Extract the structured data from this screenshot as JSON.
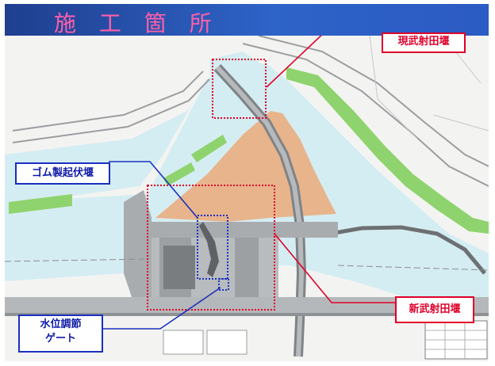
{
  "title": "施 工 箇 所",
  "labels": {
    "existing_weir": "現武射田堰",
    "new_weir": "新武射田堰",
    "rubber_weir": "ゴム製起伏堰",
    "gate_line1": "水位調節",
    "gate_line2": "ゲート"
  },
  "colors": {
    "title_bar": "#2b5bc4",
    "title_text": "#ff5fa8",
    "water": "#d4edf2",
    "land_fill": "#e8b48c",
    "vegetation": "#8fd36e",
    "structure": "#a9acaf",
    "red_callout": "#e0002a",
    "blue_callout": "#1a2fc0"
  }
}
